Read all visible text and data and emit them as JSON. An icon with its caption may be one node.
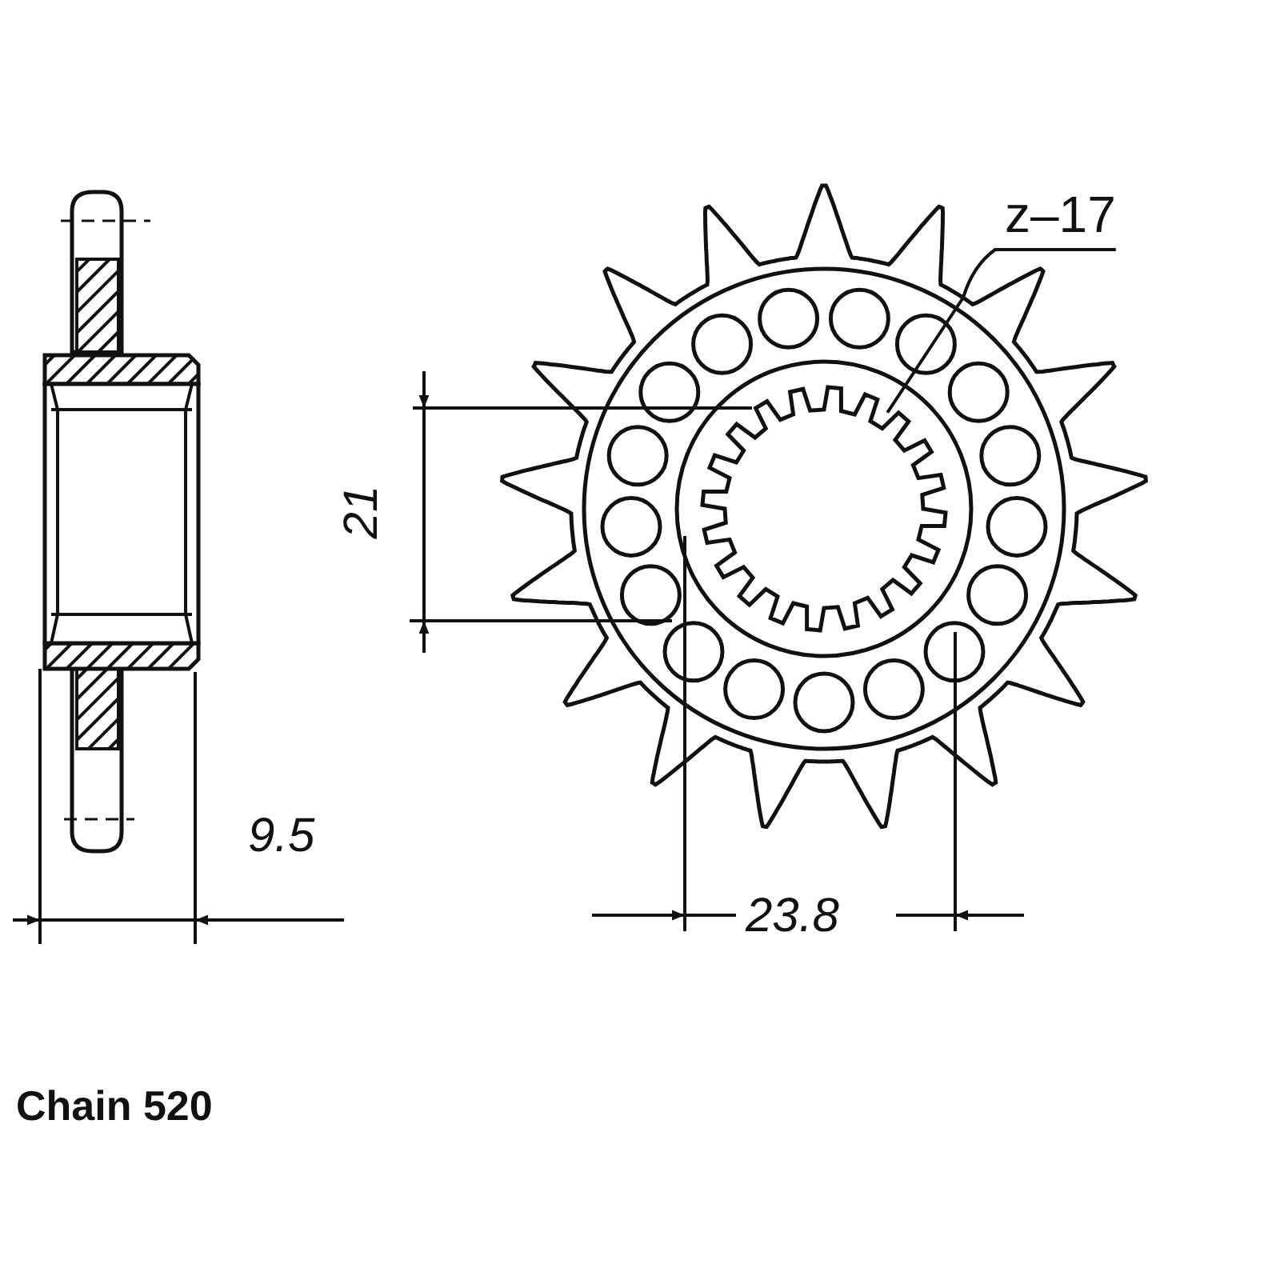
{
  "diagram": {
    "nodes": [
      {
        "text": [
          "z–17"
        ]
      },
      {
        "text": [],
        "shape": "picture"
      }
    ],
    "edges": [
      {
        "from": 0,
        "to": 1,
        "arrow": "none"
      }
    ],
    "labels": [
      "21",
      "9.5",
      "23.8",
      "Chain 520"
    ]
  }
}
